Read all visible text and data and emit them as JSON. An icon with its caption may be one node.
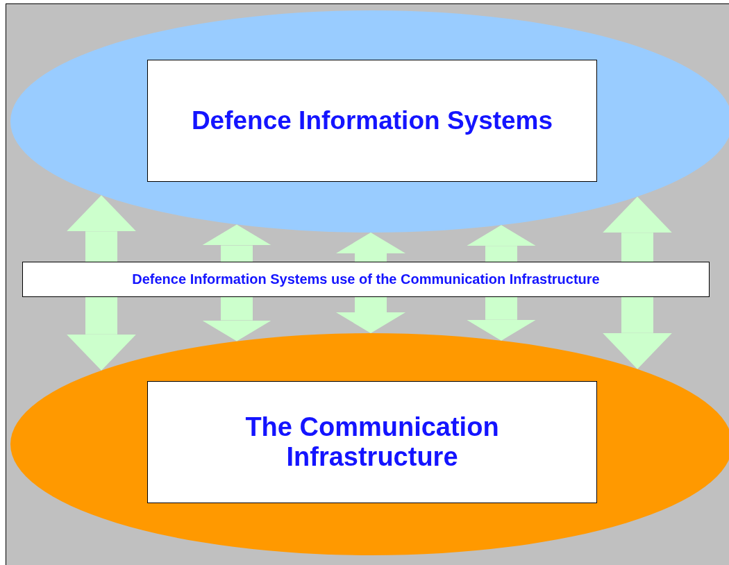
{
  "diagram": {
    "nodes": [
      {
        "text": [],
        "shape": "ellipse"
      },
      {
        "text": [
          "Defence Information Systems"
        ],
        "in": 0
      },
      {
        "text": [
          "Defence Information Systems use of the Communication Infrastructure"
        ]
      },
      {
        "text": [],
        "shape": "ellipse"
      },
      {
        "text": [
          "The Communication Infrastructure"
        ],
        "in": 3
      }
    ],
    "edges": [
      {
        "from": 2,
        "to": 0,
        "arrow": "to"
      },
      {
        "from": 2,
        "to": 3,
        "arrow": "to"
      },
      {
        "from": 2,
        "to": 0,
        "arrow": "to"
      },
      {
        "from": 2,
        "to": 3,
        "arrow": "to"
      },
      {
        "from": 2,
        "to": 0,
        "arrow": "to"
      },
      {
        "from": 2,
        "to": 3,
        "arrow": "to"
      },
      {
        "from": 2,
        "to": 0,
        "arrow": "to"
      },
      {
        "from": 2,
        "to": 3,
        "arrow": "to"
      },
      {
        "from": 2,
        "to": 0,
        "arrow": "to"
      },
      {
        "from": 2,
        "to": 3,
        "arrow": "to"
      }
    ]
  }
}
